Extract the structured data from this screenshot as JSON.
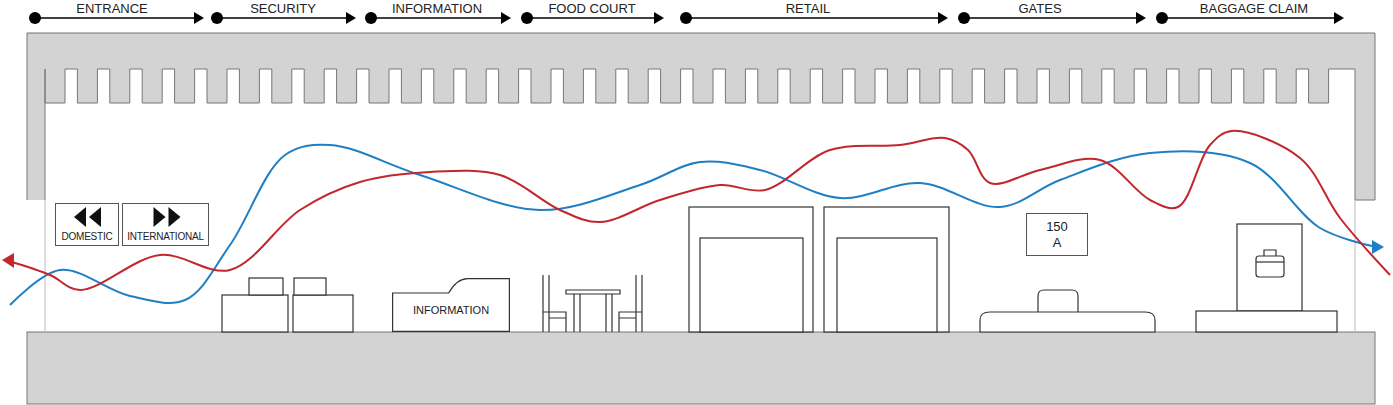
{
  "diagram": {
    "nodes": [
      {
        "text": [
          "DOMESTIC"
        ]
      },
      {
        "text": [
          "INTERNATIONAL"
        ]
      },
      {
        "text": [
          "INFORMATION"
        ]
      },
      {
        "text": [
          "150 A"
        ]
      }
    ],
    "labels": [
      "ENTRANCE",
      "SECURITY",
      "INFORMATION",
      "FOOD COURT",
      "RETAIL",
      "GATES",
      "BAGGAGE CLAIM"
    ]
  }
}
